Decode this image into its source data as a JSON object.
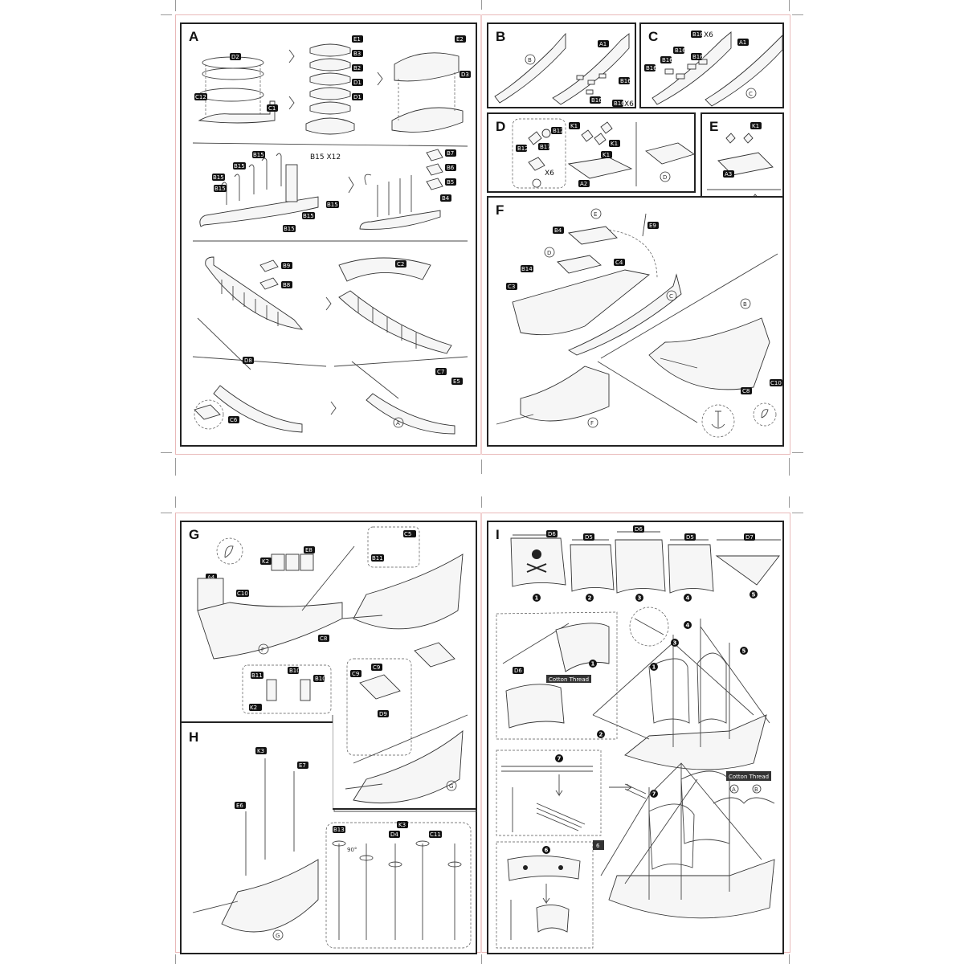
{
  "panels": {
    "A": {
      "letter": "A",
      "parts": [
        "D2",
        "E1",
        "B3",
        "B2",
        "D1",
        "D1",
        "C12",
        "C1",
        "E2",
        "D3",
        "B15",
        "B15",
        "B15",
        "B15",
        "B15",
        "B15",
        "B15",
        "B7",
        "B6",
        "B5",
        "B4",
        "B9",
        "B8",
        "C2",
        "C7",
        "E5",
        "D8",
        "C6"
      ],
      "count_label": "B15 X12",
      "result": "A"
    },
    "B": {
      "letter": "B",
      "parts": [
        "A1",
        "B16",
        "B16",
        "B16"
      ],
      "count_label": "X6",
      "base": "B"
    },
    "C": {
      "letter": "C",
      "parts": [
        "B16",
        "A1",
        "B16",
        "B16",
        "B16",
        "B16"
      ],
      "count_label": "X6",
      "result": "C"
    },
    "D": {
      "letter": "D",
      "parts": [
        "K1",
        "B12",
        "B17",
        "B12",
        "K1",
        "K1",
        "A2"
      ],
      "count_label": "X6",
      "result": "D"
    },
    "E": {
      "letter": "E",
      "parts": [
        "K1",
        "A3"
      ],
      "result": "E"
    },
    "F": {
      "letter": "F",
      "parts": [
        "E",
        "E9",
        "B4",
        "D",
        "C4",
        "B14",
        "C3",
        "C",
        "B",
        "C8",
        "C10"
      ],
      "result": "F"
    },
    "G": {
      "letter": "G",
      "parts": [
        "K2",
        "E8",
        "A4",
        "C10",
        "C8",
        "B10",
        "B11",
        "K2",
        "B10",
        "C5",
        "B11",
        "C9",
        "C9",
        "D9"
      ],
      "base": "F",
      "result": "G"
    },
    "H": {
      "letter": "H",
      "parts": [
        "K3",
        "E7",
        "E6",
        "B13",
        "K3",
        "D4",
        "C11"
      ],
      "angle": "90°",
      "base": "G"
    },
    "I": {
      "letter": "I",
      "parts": [
        "D6",
        "D5",
        "D6",
        "D5",
        "D7",
        "D6"
      ],
      "sails": [
        "1",
        "2",
        "3",
        "4",
        "5"
      ],
      "thread_label": "Cotton Thread",
      "thread_label_2": "Cotton Thread",
      "knot_a": "A",
      "knot_b": "B",
      "steps": [
        "1",
        "2",
        "3",
        "4",
        "5",
        "6",
        "7"
      ]
    }
  }
}
